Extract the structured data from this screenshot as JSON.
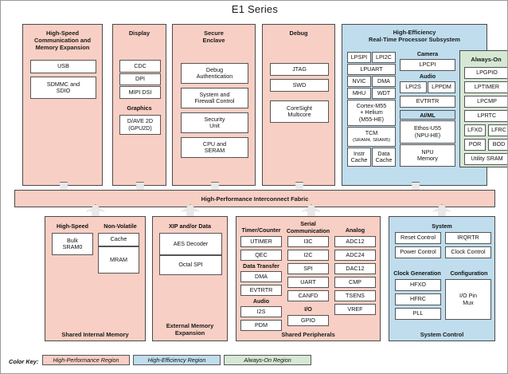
{
  "title": "E1 Series",
  "fabric": {
    "label": "High-Performance Interconnect Fabric"
  },
  "top_regions": {
    "hs_comm": {
      "title": "High-Speed\nCommunication and\nMemory Expansion",
      "items": [
        "USB",
        "SDMMC and\nSDIO"
      ]
    },
    "display": {
      "title": "Display",
      "items": [
        "CDC",
        "DPI",
        "MIPI DSI"
      ],
      "graphics_label": "Graphics",
      "graphics_items": [
        "D/AVE 2D\n(GPU2D)"
      ]
    },
    "secure_enclave": {
      "title": "Secure\nEnclave",
      "items": [
        "Debug\nAuthentication",
        "System and\nFirewall Control",
        "Security\nUnit",
        "CPU and\nSERAM"
      ]
    },
    "debug": {
      "title": "Debug",
      "items": [
        "JTAG",
        "SWD",
        "CoreSight\nMulticore"
      ]
    },
    "high_efficiency": {
      "title": "High-Efficiency\nReal-Time Processor Subsystem",
      "col_left": {
        "pairs_1": [
          "LPSPI",
          "LPI2C"
        ],
        "single_1": "LPUART",
        "pairs_2": [
          "NVIC",
          "DMA"
        ],
        "pairs_3": [
          "MHU",
          "WDT"
        ],
        "cpu": "Cortex-M55\n+ Helium\n(M55-HE)",
        "tcm_main": "TCM",
        "tcm_sub": "(SRAM4, SRAM5)",
        "caches": [
          "Instr\nCache",
          "Data\nCache"
        ]
      },
      "col_mid": {
        "camera_label": "Camera",
        "camera_items": [
          "LPCPI"
        ],
        "audio_label": "Audio",
        "audio_items": [
          "LPI2S",
          "LPPDM"
        ],
        "evtrtr": "EVTRTR",
        "aiml_label": "AI/ML",
        "aiml_items": [
          "Ethos-U55\n(NPU-HE)",
          "NPU\nMemory"
        ]
      },
      "always_on": {
        "title": "Always-On",
        "items": [
          "LPGPIO",
          "LPTIMER",
          "LPCMP",
          "LPRTC"
        ],
        "pairs": [
          [
            "LFXO",
            "LFRC"
          ],
          [
            "POR",
            "BOD"
          ]
        ],
        "last": "Utility SRAM"
      }
    }
  },
  "bottom_regions": {
    "shared_internal_memory": {
      "title": "Shared Internal Memory",
      "high_speed_label": "High-Speed",
      "high_speed_items": [
        "Bulk\nSRAM0"
      ],
      "non_volatile_label": "Non-Volatile",
      "non_volatile_items": [
        "Cache",
        "MRAM"
      ]
    },
    "external_memory": {
      "title": "External Memory\nExpansion",
      "xip_label": "XIP and/or Data",
      "items": [
        "AES Decoder",
        "Octal SPI"
      ]
    },
    "shared_peripherals": {
      "title": "Shared Peripherals",
      "col1": {
        "timer_label": "Timer/Counter",
        "timer_items": [
          "UTIMER",
          "QEC"
        ],
        "data_transfer_label": "Data Transfer",
        "data_transfer_items": [
          "DMA",
          "EVTRTR"
        ],
        "audio_label": "Audio",
        "audio_items": [
          "I2S",
          "PDM"
        ]
      },
      "col2": {
        "serial_label": "Serial\nCommunication",
        "serial_items": [
          "I3C",
          "I2C",
          "SPI",
          "UART",
          "CANFD"
        ],
        "io_label": "I/O",
        "io_items": [
          "GPIO"
        ]
      },
      "col3": {
        "analog_label": "Analog",
        "analog_items": [
          "ADC12",
          "ADC24",
          "DAC12",
          "CMP",
          "TSENS",
          "VREF"
        ]
      }
    },
    "system_control": {
      "title": "System Control",
      "system_label": "System",
      "system_items": [
        "Reset Control",
        "IRQRTR",
        "Power Control",
        "Clock Control"
      ],
      "clock_gen_label": "Clock Generation",
      "clock_gen_items": [
        "HFXO",
        "HFRC",
        "PLL"
      ],
      "config_label": "Configuration",
      "config_items": [
        "I/O Pin\nMux"
      ]
    }
  },
  "legend": {
    "label": "Color Key:",
    "entries": [
      {
        "text": "High-Performance Region",
        "color": "#f8cfc4"
      },
      {
        "text": "High-Efficiency Region",
        "color": "#bfdded"
      },
      {
        "text": "Always-On Region",
        "color": "#d5e8d4"
      }
    ]
  }
}
